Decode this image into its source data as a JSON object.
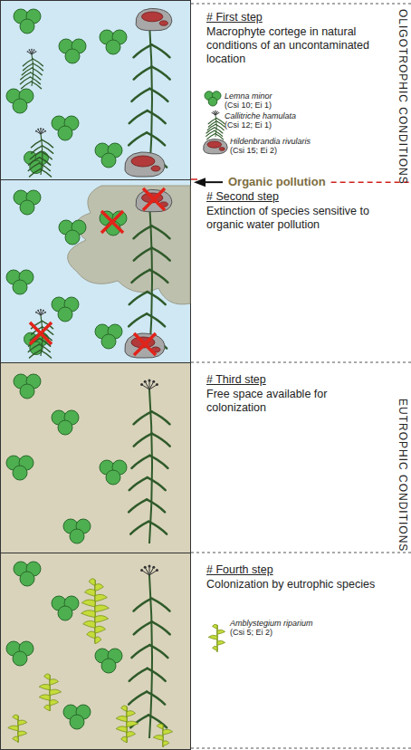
{
  "diagram": {
    "nodes": [
      {
        "text": [
          "# First step",
          "Macrophyte cortege in natural conditions of an uncontaminated location"
        ]
      },
      {
        "text": [
          "# Second step",
          "Extinction of species sensitive to organic water pollution"
        ]
      },
      {
        "text": [
          "# Third step",
          "Free space available for colonization"
        ]
      },
      {
        "text": [
          "# Fourth step",
          "Colonization by eutrophic species"
        ]
      }
    ],
    "labels": [
      "OLIGOTROPHIC CONDITIONS",
      "Lemna minor",
      "(Csi 10; Ei 1)",
      "Callitriche hamulata",
      "(Csi 12; Ei 1)",
      "Hildenbrandia rivularis",
      "(Csi 15; Ei 2)",
      "Organic pollution",
      "EUTROPHIC CONDITIONS",
      "Amblystegium riparium",
      "(Csi 5; Ei 2)"
    ]
  }
}
